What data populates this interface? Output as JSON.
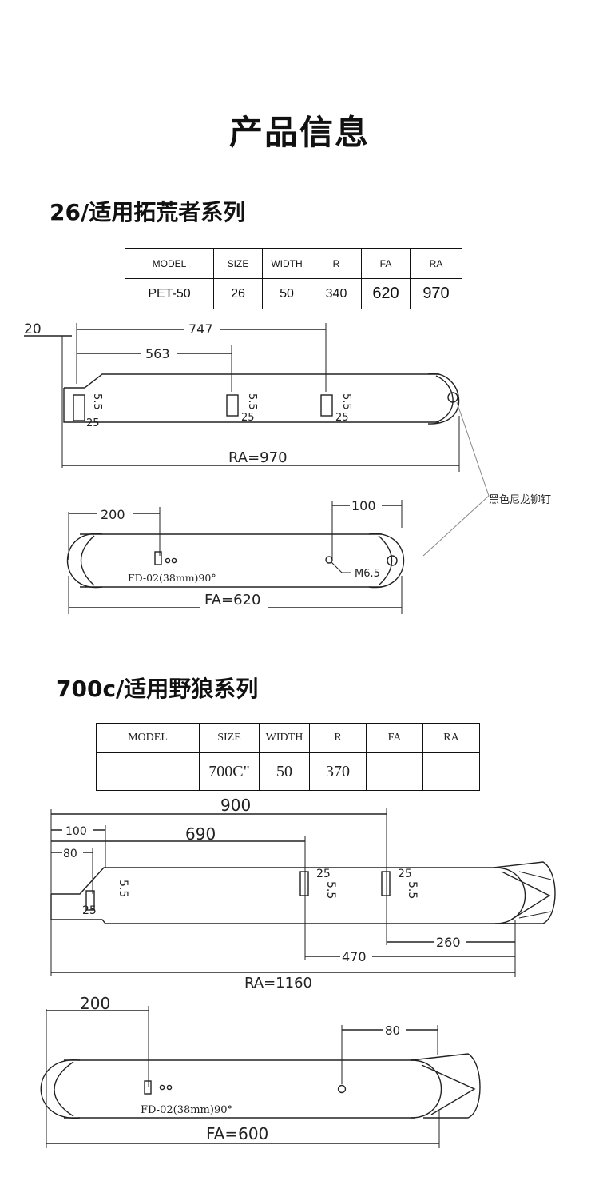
{
  "page": {
    "title": "产品信息"
  },
  "section1": {
    "title": "26/适用拓荒者系列",
    "table": {
      "headers": [
        "MODEL",
        "SIZE",
        "WIDTH",
        "R",
        "FA",
        "RA"
      ],
      "row": [
        "PET-50",
        "26",
        "50",
        "340",
        "620",
        "970"
      ]
    },
    "rear": {
      "dim_20": "20",
      "dim_747": "747",
      "dim_563": "563",
      "slot_55": "5.5",
      "slot_25": "25",
      "length_label": "RA=970"
    },
    "front": {
      "dim_200": "200",
      "dim_100": "100",
      "fd_label": "FD-02(38mm)90°",
      "m65_label": "M6.5",
      "length_label": "FA=620"
    },
    "rivet_note": "黑色尼龙铆钉"
  },
  "section2": {
    "title": "700c/适用野狼系列",
    "table": {
      "headers": [
        "MODEL",
        "SIZE",
        "WIDTH",
        "R",
        "FA",
        "RA"
      ],
      "row": [
        "",
        "700C\"",
        "50",
        "370",
        "",
        ""
      ]
    },
    "rear": {
      "dim_900": "900",
      "dim_690": "690",
      "dim_100": "100",
      "dim_80": "80",
      "slot_25": "25",
      "slot_55": "5.5",
      "dim_260": "260",
      "dim_470": "470",
      "length_label": "RA=1160"
    },
    "front": {
      "dim_200": "200",
      "dim_80": "80",
      "fd_label": "FD-02(38mm)90°",
      "length_label": "FA=600"
    }
  }
}
